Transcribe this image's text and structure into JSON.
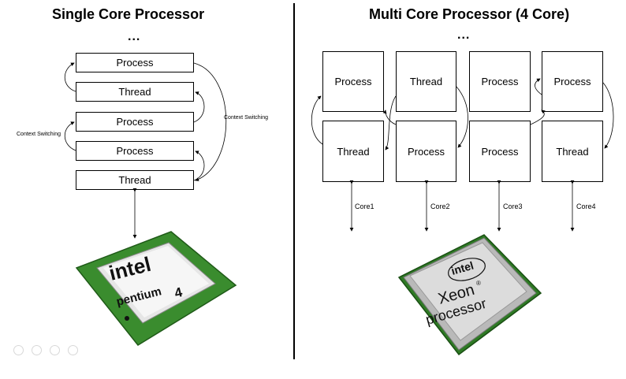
{
  "left": {
    "title": "Single Core Processor",
    "dots": "...",
    "boxes": [
      "Process",
      "Thread",
      "Process",
      "Process",
      "Thread"
    ],
    "context_switching_left": "Context Switching",
    "context_switching_right": "Context Switching",
    "chip": {
      "brand": "intel",
      "model": "pentium",
      "gen": "4",
      "color": "#3a8c2e"
    }
  },
  "right": {
    "title": "Multi Core Processor (4 Core)",
    "dots": "...",
    "top_boxes": [
      "Process",
      "Thread",
      "Process",
      "Process"
    ],
    "bottom_boxes": [
      "Thread",
      "Process",
      "Process",
      "Thread"
    ],
    "cores": [
      "Core1",
      "Core2",
      "Core3",
      "Core4"
    ],
    "chip": {
      "brand": "intel",
      "model": "Xeon",
      "suffix": "processor",
      "reg": "®"
    }
  }
}
